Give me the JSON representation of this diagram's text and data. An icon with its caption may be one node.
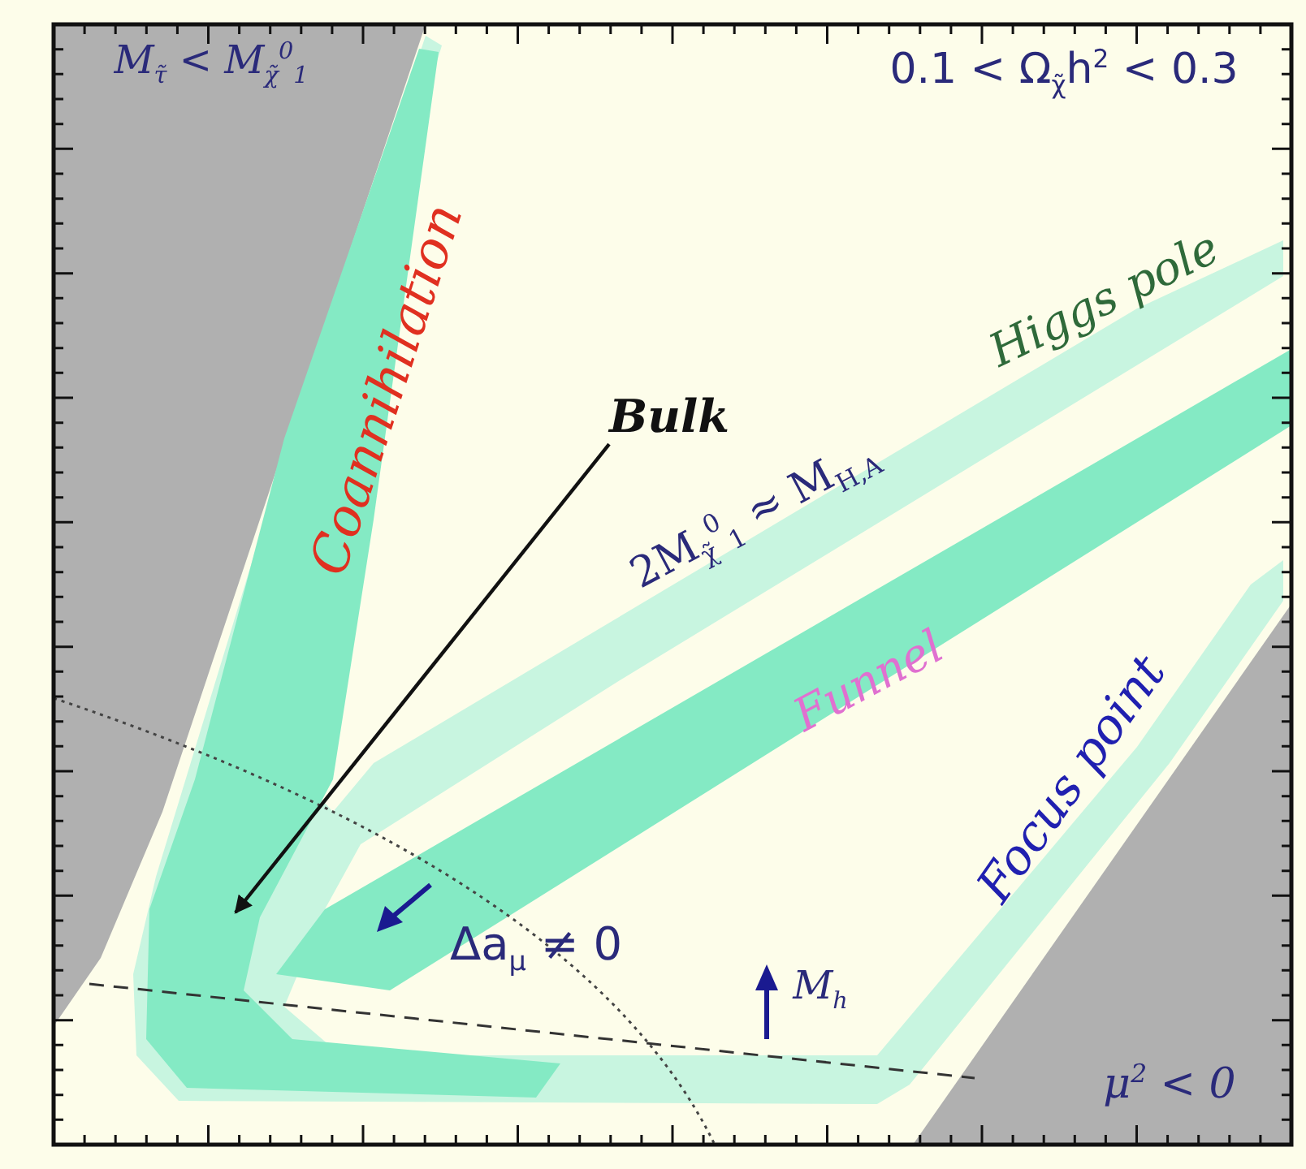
{
  "diagram": {
    "nodes": [
      {
        "text": [
          "Bulk"
        ]
      },
      {
        "text": [],
        "shape": "band"
      }
    ],
    "edges": [
      {
        "from": 0,
        "to": 1,
        "arrow": "to"
      }
    ],
    "labels": [
      "M$_{τ̃}$ < M$_{χ̃}$$^{0}$$_{1}$",
      "0.1 < Ω$_{χ̃}$h$^{2}$ < 0.3",
      "Coannihilation",
      "Higgs pole",
      "2M$_{χ̃}$$^{0}$$_{1}$ ≈ M$_{H,A}$",
      "Funnel",
      "Focus point",
      "Δa$_{μ}$ ≠ 0",
      "M$_{h}$",
      "μ$^{2}$ < 0"
    ]
  }
}
